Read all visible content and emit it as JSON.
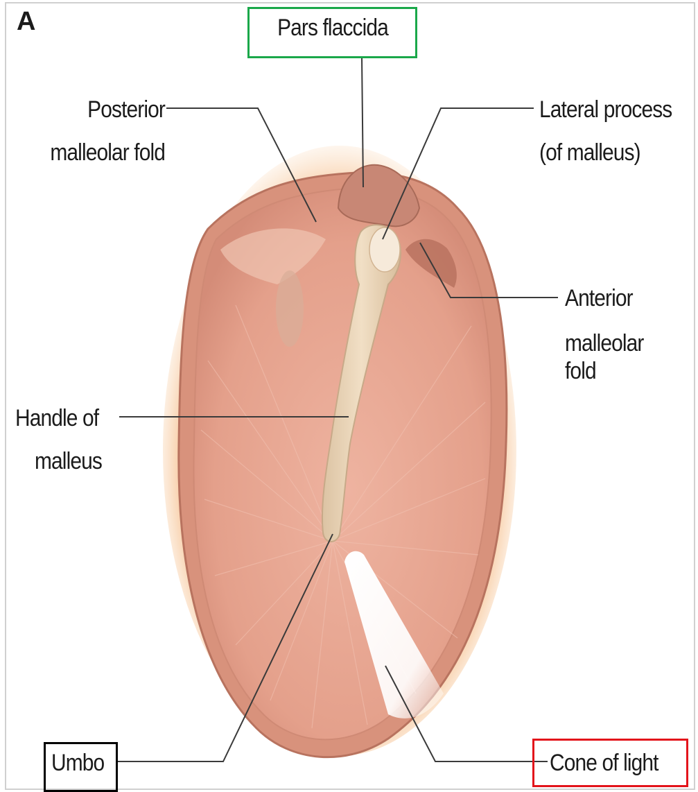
{
  "figure": {
    "panel_letter": "A",
    "labels": {
      "pars_flaccida": "Pars flaccida",
      "posterior_fold_1": "Posterior",
      "posterior_fold_2": "malleolar fold",
      "lateral_process_1": "Lateral process",
      "lateral_process_2": "(of malleus)",
      "anterior_fold_1": "Anterior",
      "anterior_fold_2": "malleolar fold",
      "handle_1": "Handle of",
      "handle_2": "malleus",
      "umbo": "Umbo",
      "cone_of_light": "Cone of light"
    },
    "highlight_colors": {
      "pars_flaccida": "#1aa84a",
      "umbo": "#000000",
      "cone_of_light": "#e3141b"
    },
    "colors": {
      "membrane": "#e8a896",
      "membrane_edge": "#c98673",
      "halo": "#f7c79a",
      "malleus": "#ecd6b8",
      "leader_line": "#3a3a3a"
    }
  }
}
